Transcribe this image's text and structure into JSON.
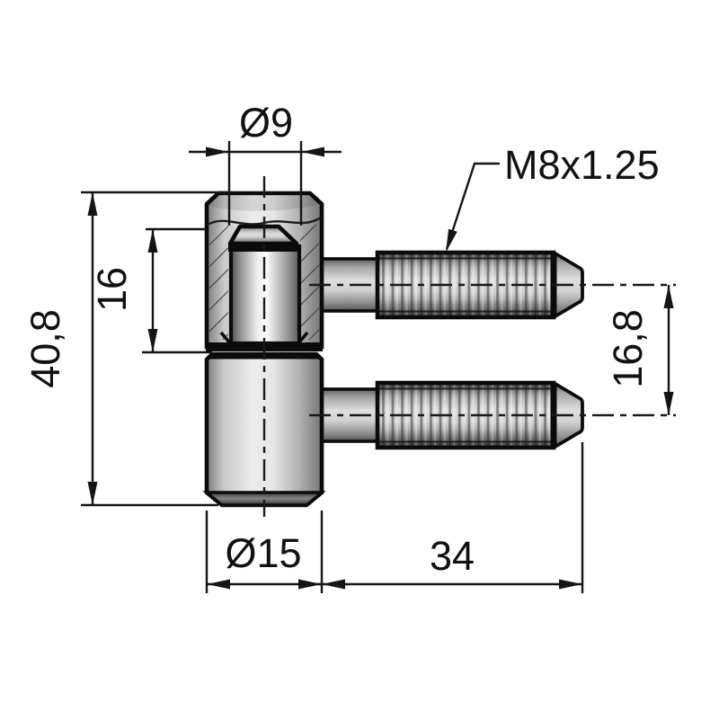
{
  "drawing": {
    "labels": {
      "thread_spec": "M8x1.25",
      "dim_pin_diameter": "Ø9",
      "dim_pin_depth": "16",
      "dim_body_height": "40,8",
      "dim_stud_spacing": "16,8",
      "dim_body_diameter": "Ø15",
      "dim_stud_length": "34"
    },
    "colors": {
      "line": "#111111",
      "background": "#ffffff"
    }
  }
}
